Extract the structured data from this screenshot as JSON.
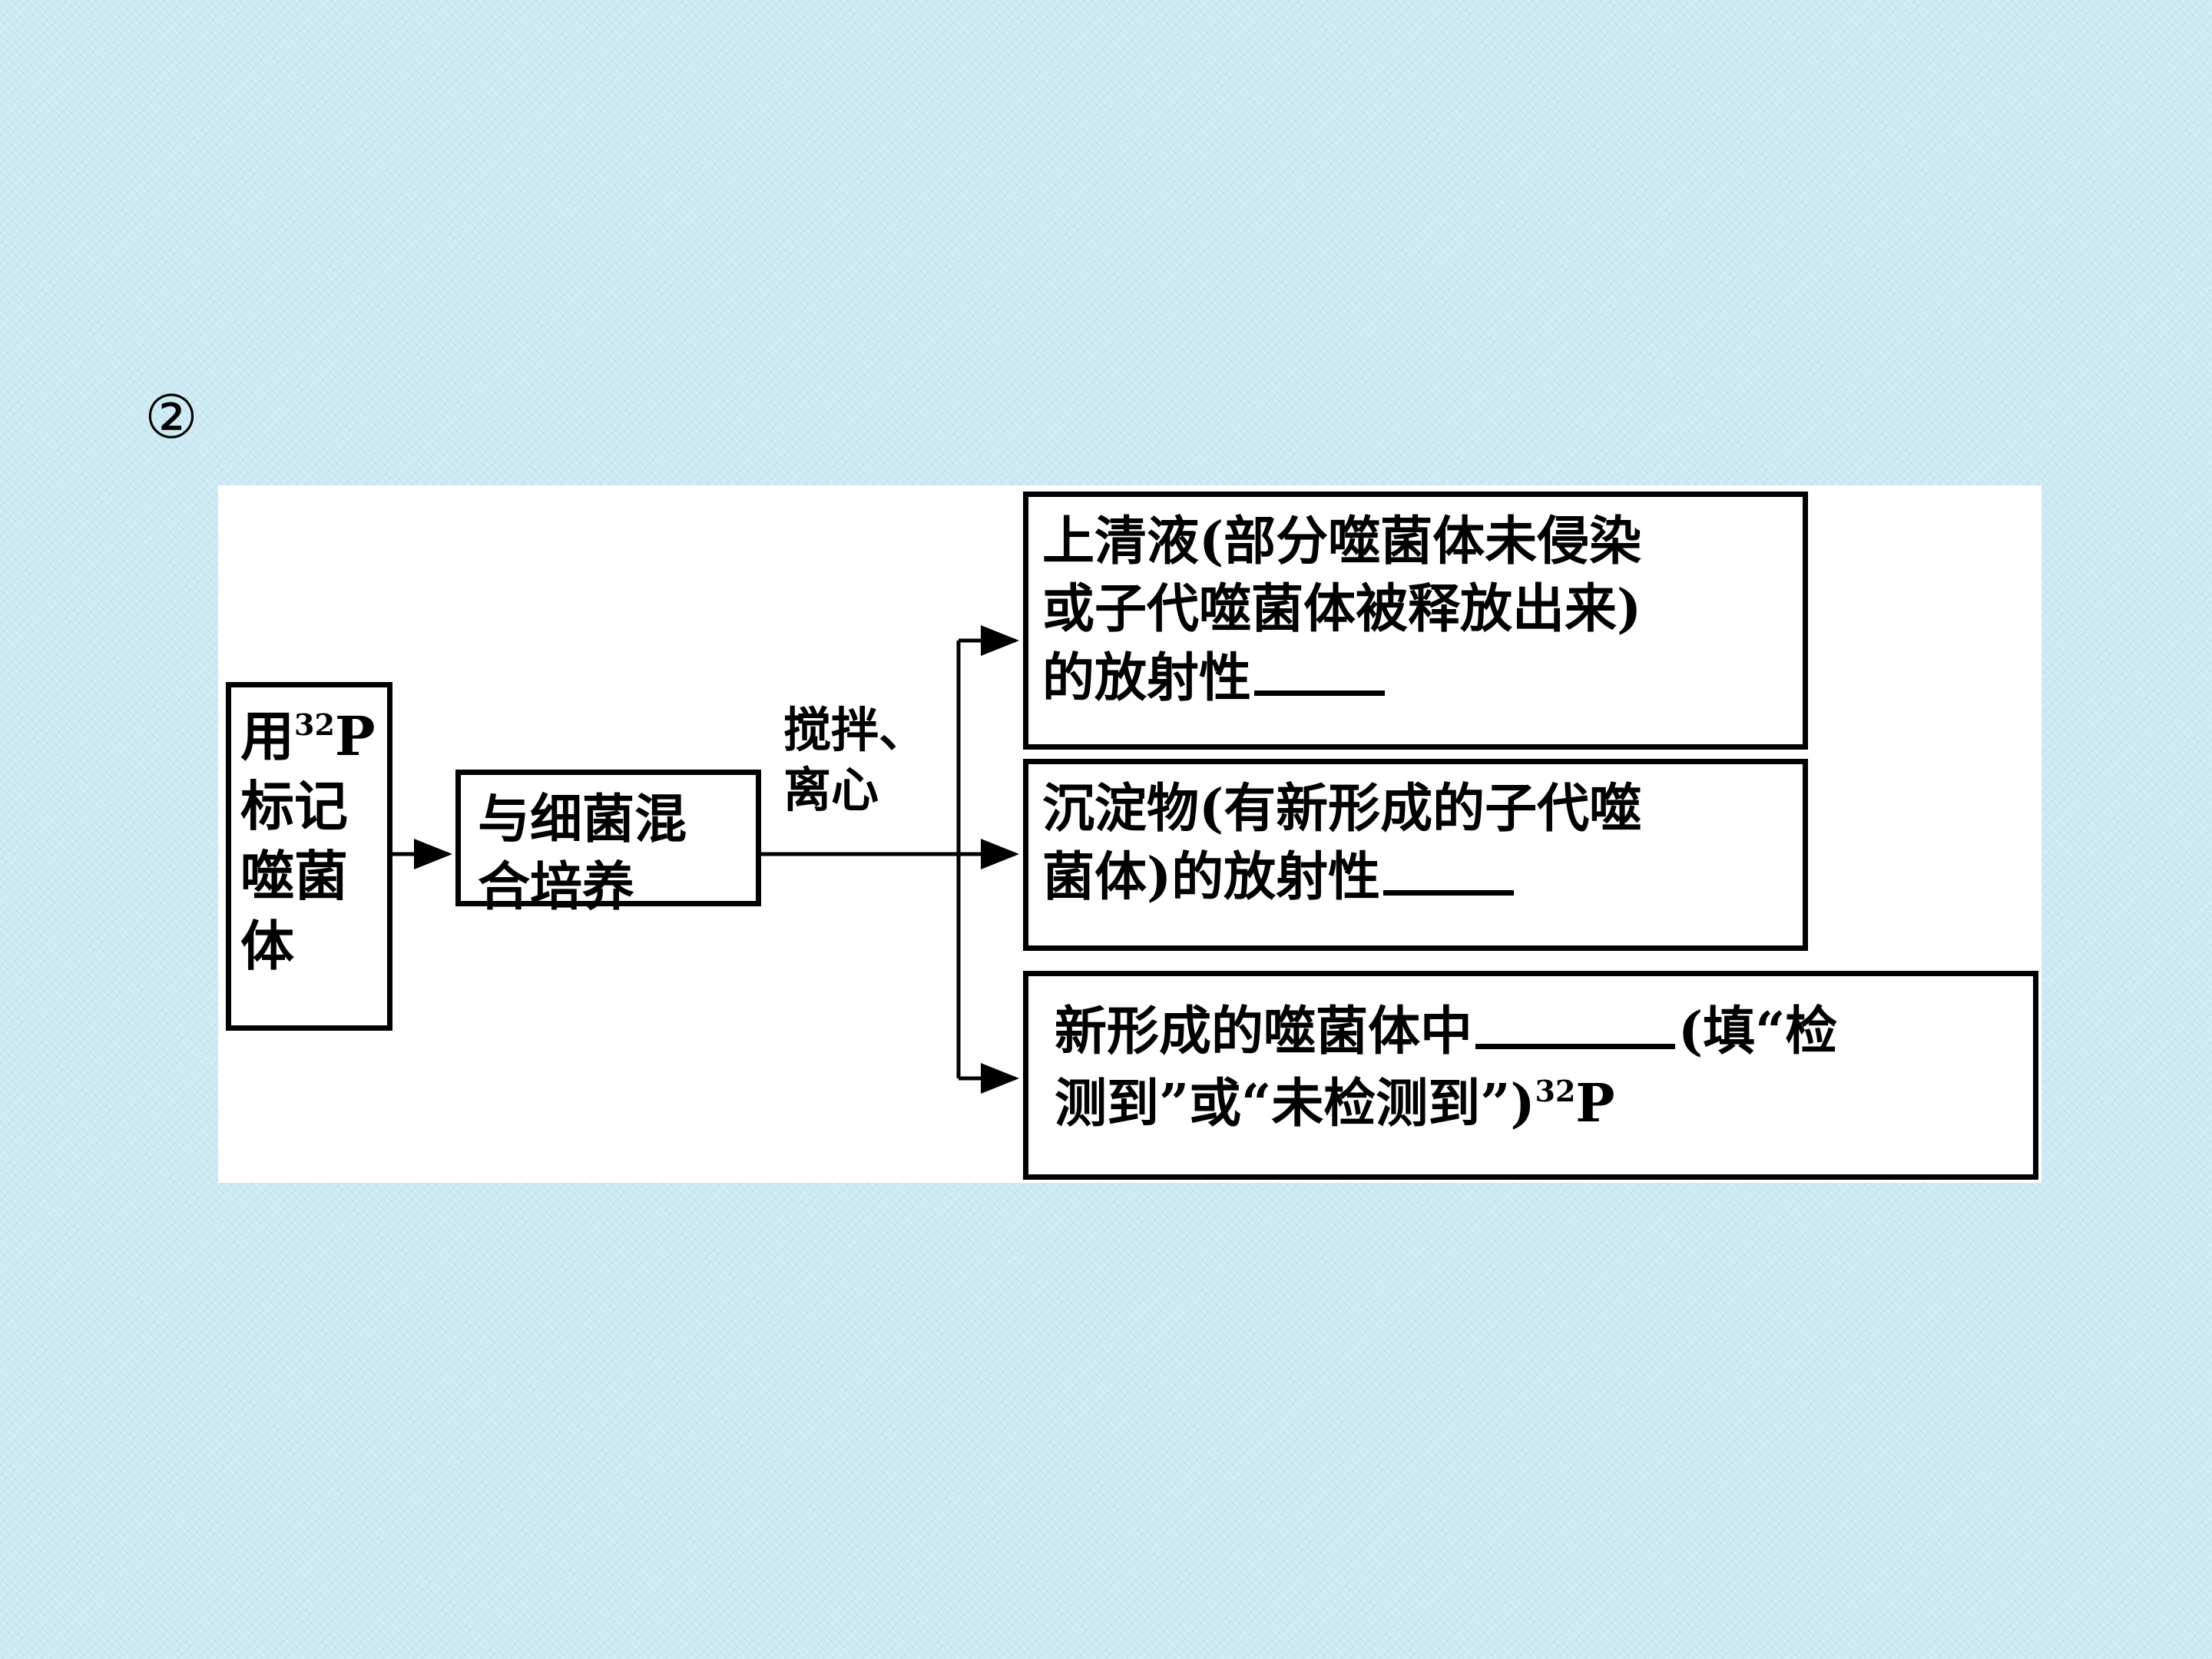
{
  "slide": {
    "marker": "②"
  },
  "diagram": {
    "source_box": {
      "line1_prefix": "用",
      "isotope_mass": "32",
      "isotope_symbol": "P",
      "line2": "标记",
      "line3": "噬菌",
      "line4": "体"
    },
    "mix_box": {
      "line1": "与细菌混",
      "line2": "合培养"
    },
    "process_label": {
      "line1": "搅拌、",
      "line2": "离心"
    },
    "supernatant_box": {
      "line1": "上清液(部分噬菌体未侵染",
      "line2": "或子代噬菌体被释放出来)",
      "line3": "的放射性"
    },
    "pellet_box": {
      "line1": "沉淀物(有新形成的子代噬",
      "line2": "菌体)的放射性"
    },
    "progeny_box": {
      "line1_prefix": "新形成的噬菌体中",
      "line1_suffix": "(填“检",
      "line2_text": "测到”或“未检测到”)",
      "isotope_mass": "32",
      "isotope_symbol": "P"
    }
  }
}
